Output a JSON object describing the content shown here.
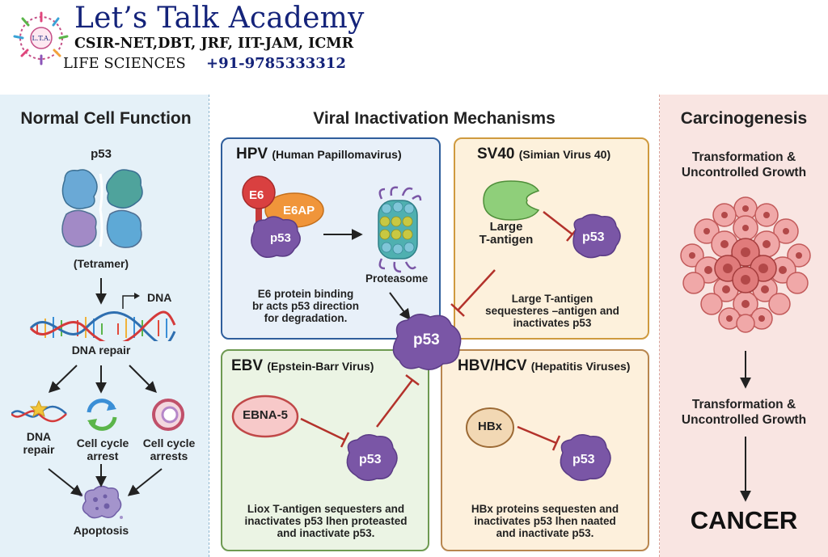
{
  "header": {
    "title": "Let’s Talk Academy",
    "exams": "CSIR-NET,DBT, JRF, IIT-JAM, ICMR",
    "subject": "LIFE SCIENCES",
    "phone": "+91-9785333312",
    "logo_text": "L.T.A."
  },
  "left": {
    "title": "Normal Cell Function",
    "p53_label": "p53",
    "tetramer_label": "(Tetramer)",
    "dna_label": "DNA",
    "dna_repair_label": "DNA repair",
    "outcomes": [
      {
        "label": "DNA\nrepair"
      },
      {
        "label": "Cell cycle\narrest"
      },
      {
        "label": "Cell cycle\narrests"
      }
    ],
    "apoptosis_label": "Apoptosis"
  },
  "middle": {
    "title": "Viral Inactivation Mechanisms",
    "central_p53": "p53",
    "hpv": {
      "abbr": "HPV",
      "name": "(Human Papillomavirus)",
      "e6": "E6",
      "e6ap": "E6AP",
      "p53": "p53",
      "proteasome": "Proteasome",
      "desc": "E6 protein binding\nbr acts p53 direction\nfor degradation."
    },
    "sv40": {
      "abbr": "SV40",
      "name": "(Simian Virus 40)",
      "antigen": "Large\nT-antigen",
      "p53": "p53",
      "desc": "Large T-antigen\nsequesteres –antigen and\ninactivates p53"
    },
    "ebv": {
      "abbr": "EBV",
      "name": "(Epstein-Barr Virus)",
      "protein": "EBNA-5",
      "p53": "p53",
      "desc": "Liox T-antigen sequesters and\ninactivates p53 lhen proteasted\nand inactivate p53."
    },
    "hbv": {
      "abbr": "HBV/HCV",
      "name": "(Hepatitis Viruses)",
      "protein": "HBx",
      "p53": "p53",
      "desc": "HBx proteins sequesten and\ninactivates p53 lhen naated\nand inactivate p53."
    }
  },
  "right": {
    "title": "Carcinogenesis",
    "stage1": "Transformation &\nUncontrolled Growth",
    "stage2": "Transformation &\nUncontrolled Growth",
    "result": "CANCER"
  },
  "colors": {
    "brand_blue": "#14237a",
    "p53_purple": "#7a56a6",
    "inhibit_red": "#b3322b",
    "hpv_border": "#2f5e9c",
    "sv40_border": "#cf9a3e",
    "ebv_border": "#6e9a52",
    "hbv_border": "#b8864f"
  }
}
